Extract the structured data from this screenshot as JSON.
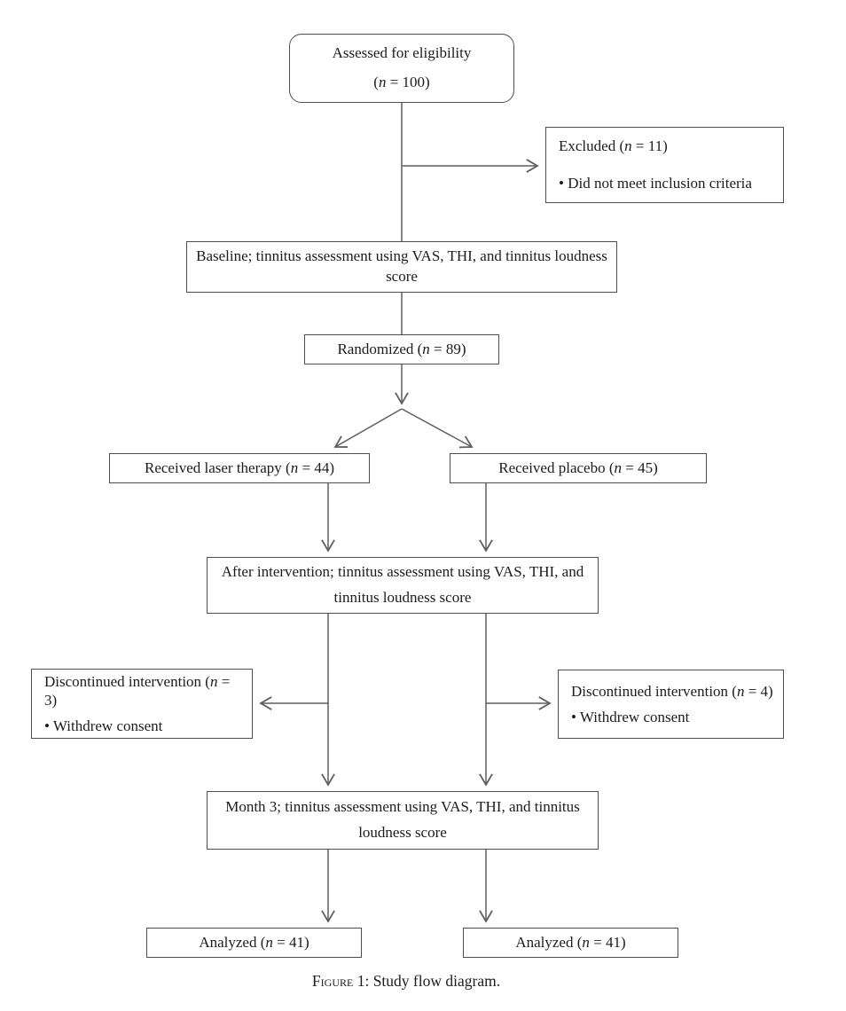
{
  "palette": {
    "text": "#1c1c1c",
    "box_border": "#4e4e4e",
    "connector": "#5f5f5f",
    "background": "#ffffff"
  },
  "nodes": {
    "assessed": {
      "line1": "Assessed for eligibility",
      "line2": "(n = 100)"
    },
    "excluded": {
      "line1": "Excluded (n = 11)",
      "line2": "• Did not meet inclusion criteria"
    },
    "baseline": {
      "text": "Baseline; tinnitus assessment using VAS, THI, and tinnitus loudness score"
    },
    "randomized": {
      "text": "Randomized (n = 89)"
    },
    "arm_laser": {
      "text": "Received laser therapy (n = 44)"
    },
    "arm_placebo": {
      "text": "Received placebo (n = 45)"
    },
    "after_intervention": {
      "text": "After intervention; tinnitus assessment using VAS, THI, and tinnitus loudness score"
    },
    "discontinued_left": {
      "line1": "Discontinued intervention (n = 3)",
      "line2": "• Withdrew consent"
    },
    "discontinued_right": {
      "line1": "Discontinued intervention (n = 4)",
      "line2": "• Withdrew consent"
    },
    "month3": {
      "text": "Month 3; tinnitus assessment using VAS, THI, and tinnitus loudness score"
    },
    "analyzed_left": {
      "text": "Analyzed (n = 41)"
    },
    "analyzed_right": {
      "text": "Analyzed (n = 41)"
    }
  },
  "caption": {
    "figure_label": "Figure 1:",
    "text": "Study flow diagram."
  }
}
